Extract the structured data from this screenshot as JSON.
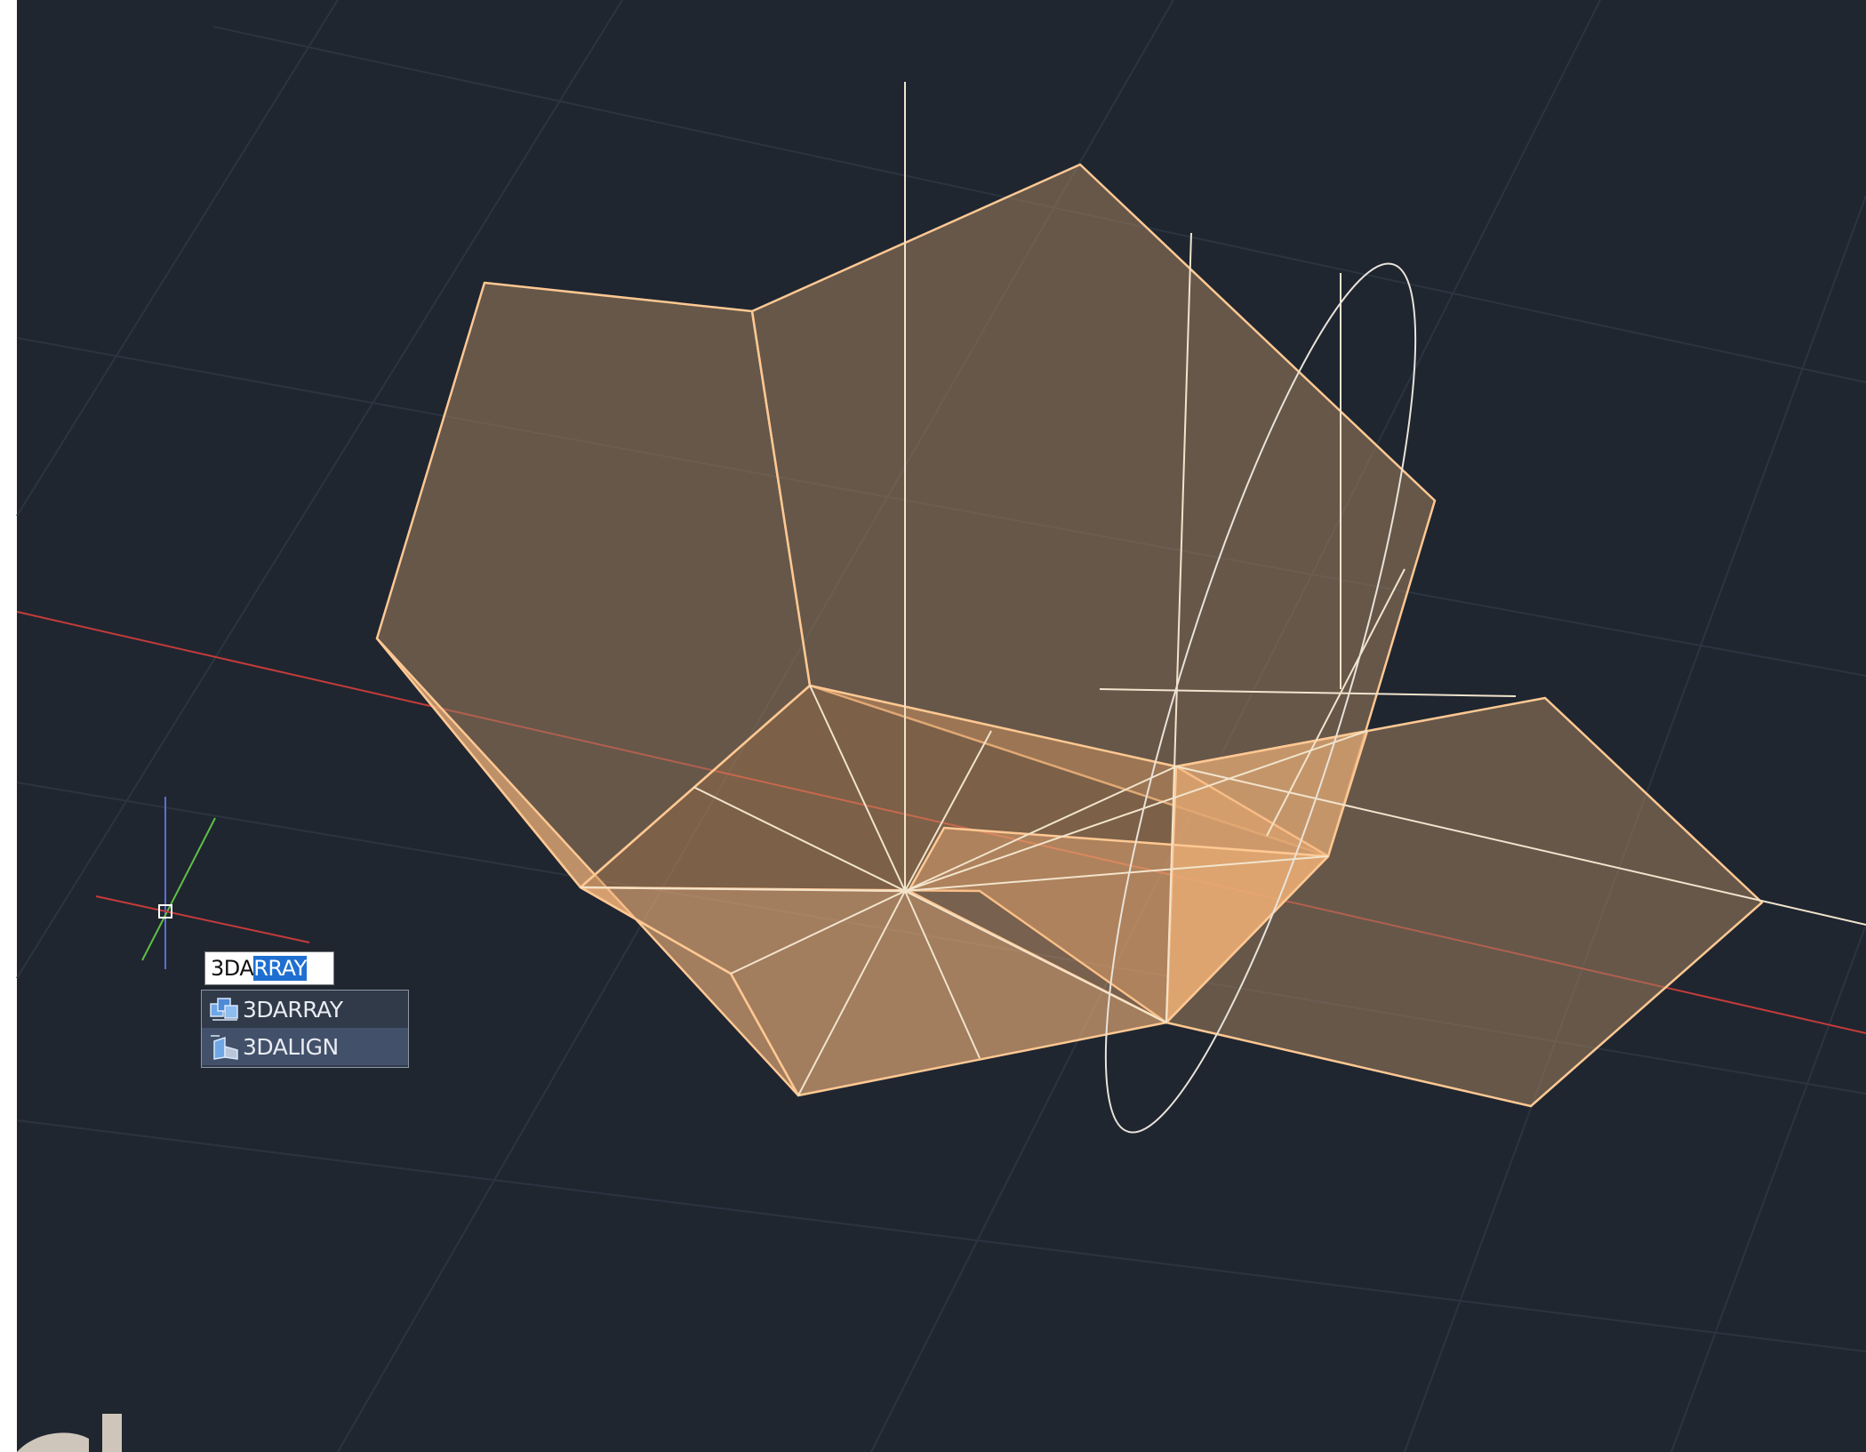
{
  "app": {
    "background_color": "#1f2630",
    "left_edge_color": "#ffffff"
  },
  "command_line": {
    "typed": "3DA",
    "suggested_completion": "RRAY"
  },
  "autocomplete": {
    "items": [
      {
        "label": "3DARRAY",
        "icon": "3darray-icon"
      },
      {
        "label": "3DALIGN",
        "icon": "3dalign-icon"
      }
    ]
  },
  "colors": {
    "solid_fill": "#f3b37a",
    "solid_edge": "#ffc893",
    "highlight_edge": "#f2e4cc",
    "construction_line": "#e9e3da",
    "x_axis": "#c43b3b",
    "y_axis": "#5fbf45",
    "z_axis": "#5d6fd6",
    "grid": "#2e3744"
  }
}
